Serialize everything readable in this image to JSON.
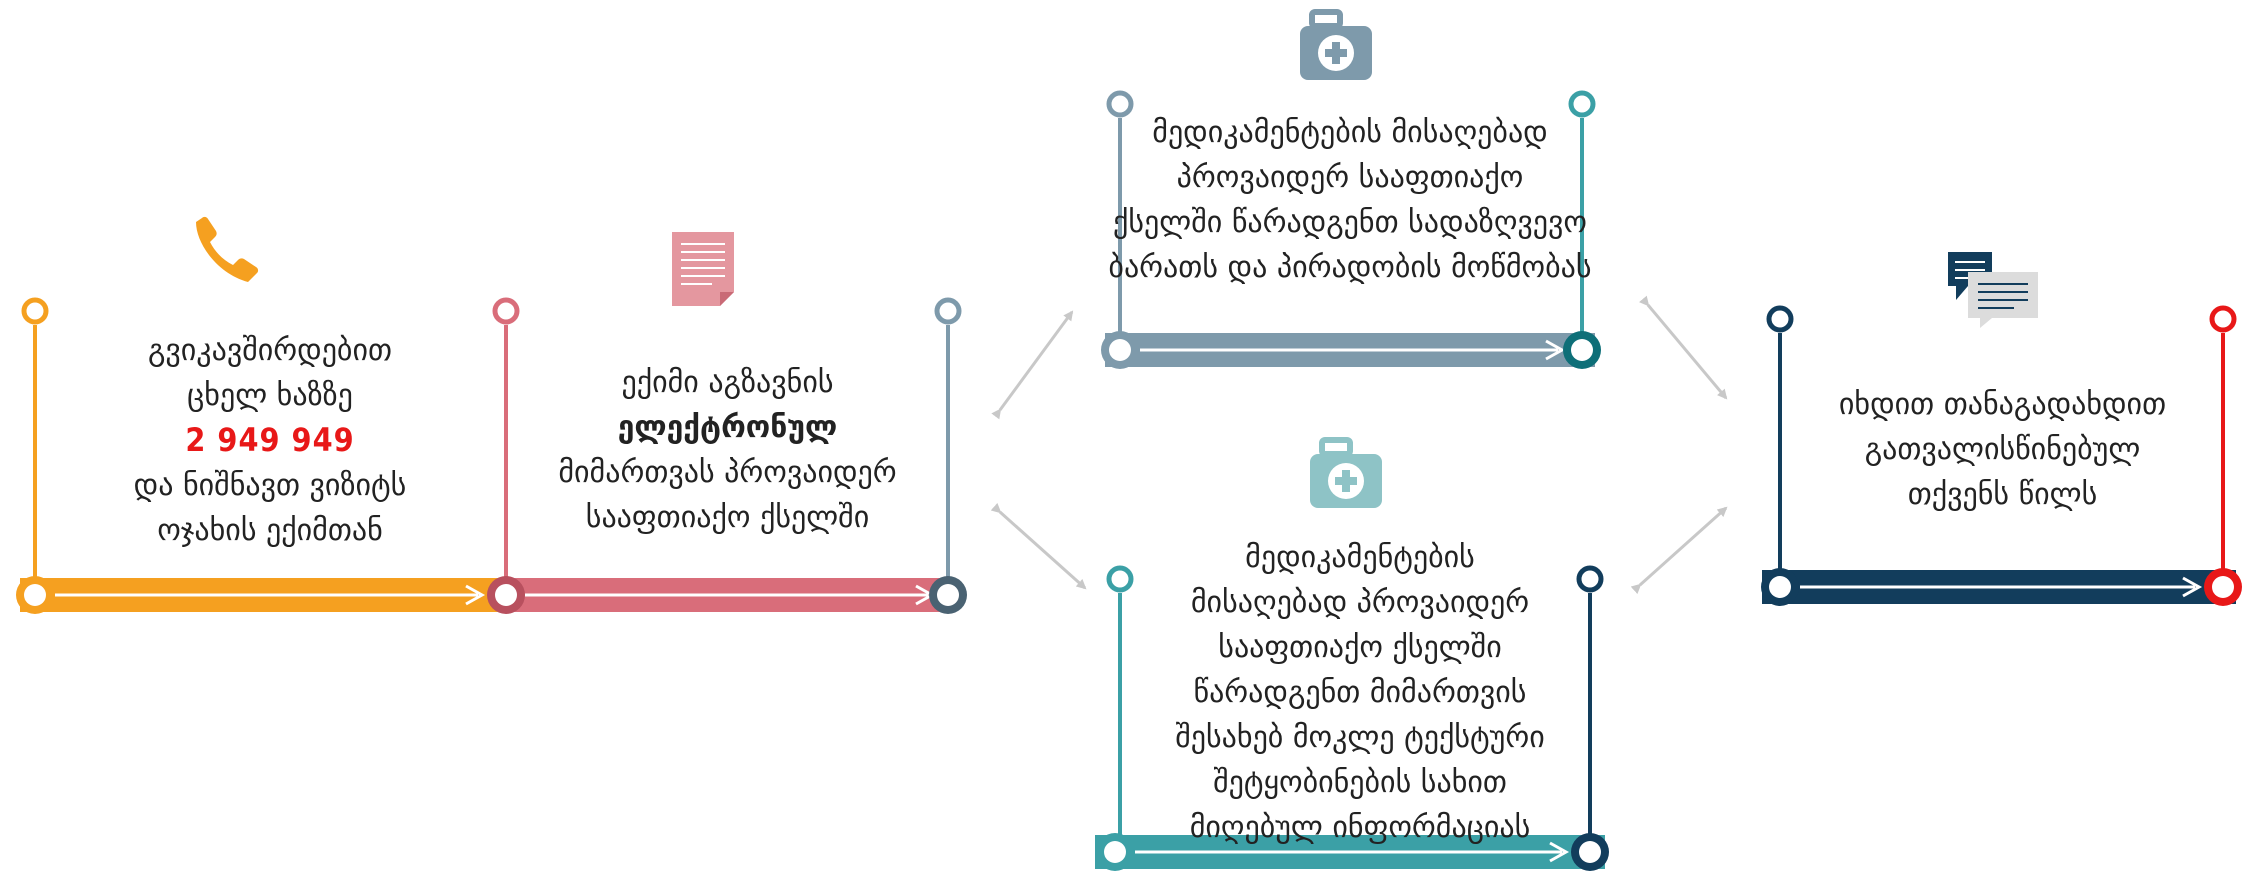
{
  "colors": {
    "orange": "#f5a020",
    "pink": "#d96d7a",
    "steel": "#7e9aab",
    "teal": "#3ba0a6",
    "navy": "#123d5c",
    "red": "#e81818",
    "arrow_gray": "#c8c8c8"
  },
  "steps": {
    "call": {
      "icon": "phone-icon",
      "line1": "გვიკავშირდებით",
      "line2": "ცხელ ხაზზე",
      "phone": "2 949 949",
      "line4": "და ნიშნავთ ვიზიტს",
      "line5": "ოჯახის ექიმთან"
    },
    "referral": {
      "icon": "document-icon",
      "line1": "ექიმი აგზავნის",
      "line2": "ელექტრონულ",
      "line3": "მიმართვას პროვაიდერ",
      "line4": "სააფთიაქო ქსელში"
    },
    "card_option": {
      "icon": "first-aid-kit-icon",
      "line1": "მედიკამენტების მისაღებად",
      "line2": "პროვაიდერ სააფთიაქო",
      "line3": "ქსელში წარადგენთ სადაზღვევო",
      "line4": "ბარათს და პირადობის მოწმობას"
    },
    "sms_option": {
      "icon": "first-aid-kit-icon",
      "line1": "მედიკამენტების",
      "line2": "მისაღებად პროვაიდერ",
      "line3": "სააფთიაქო ქსელში",
      "line4": "წარადგენთ მიმართვის",
      "line5": "შესახებ მოკლე ტექსტური",
      "line6": "შეტყობინების სახით",
      "line7": "მიღებულ ინფორმაციას"
    },
    "copay": {
      "icon": "chat-messages-icon",
      "line1": "იხდით თანაგადახდით",
      "line2": "გათვალისწინებულ",
      "line3": "თქვენს წილს"
    }
  }
}
